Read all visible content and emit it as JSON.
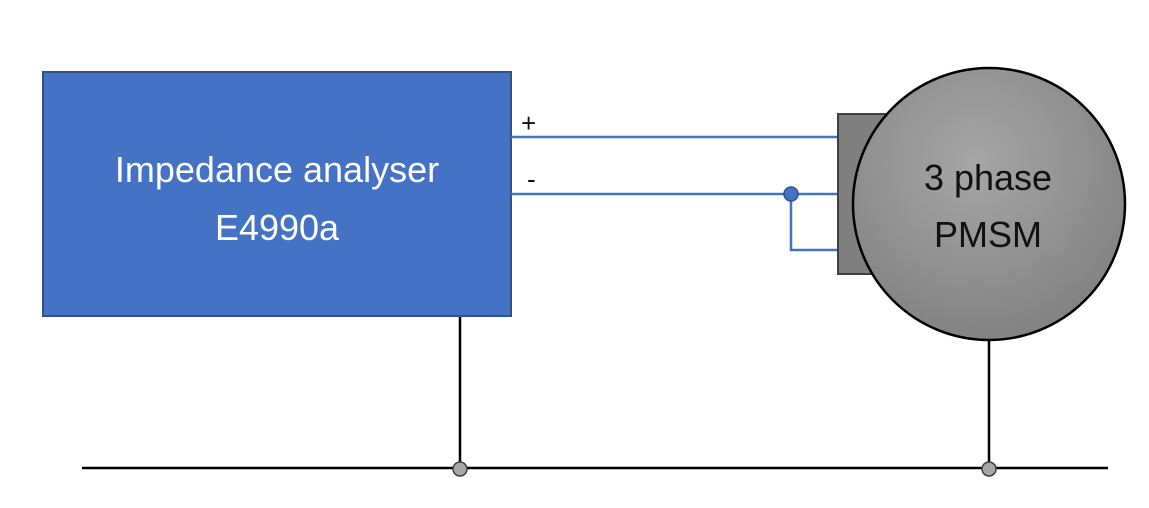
{
  "analyser": {
    "line1": "Impedance analyser",
    "line2": "E4990a"
  },
  "motor": {
    "line1": "3 phase",
    "line2": "PMSM"
  },
  "terminals": {
    "plus": "+",
    "minus": "-"
  },
  "colors": {
    "analyser_fill": "#4472c4",
    "analyser_border": "#2f528f",
    "wire_blue": "#4472c4",
    "wire_black": "#000000",
    "motor_fill_light": "#a6a6a6",
    "motor_fill_dark": "#7f7f7f",
    "terminal_box_fill": "#7f7f7f",
    "ground_node": "#a6a6a6"
  }
}
